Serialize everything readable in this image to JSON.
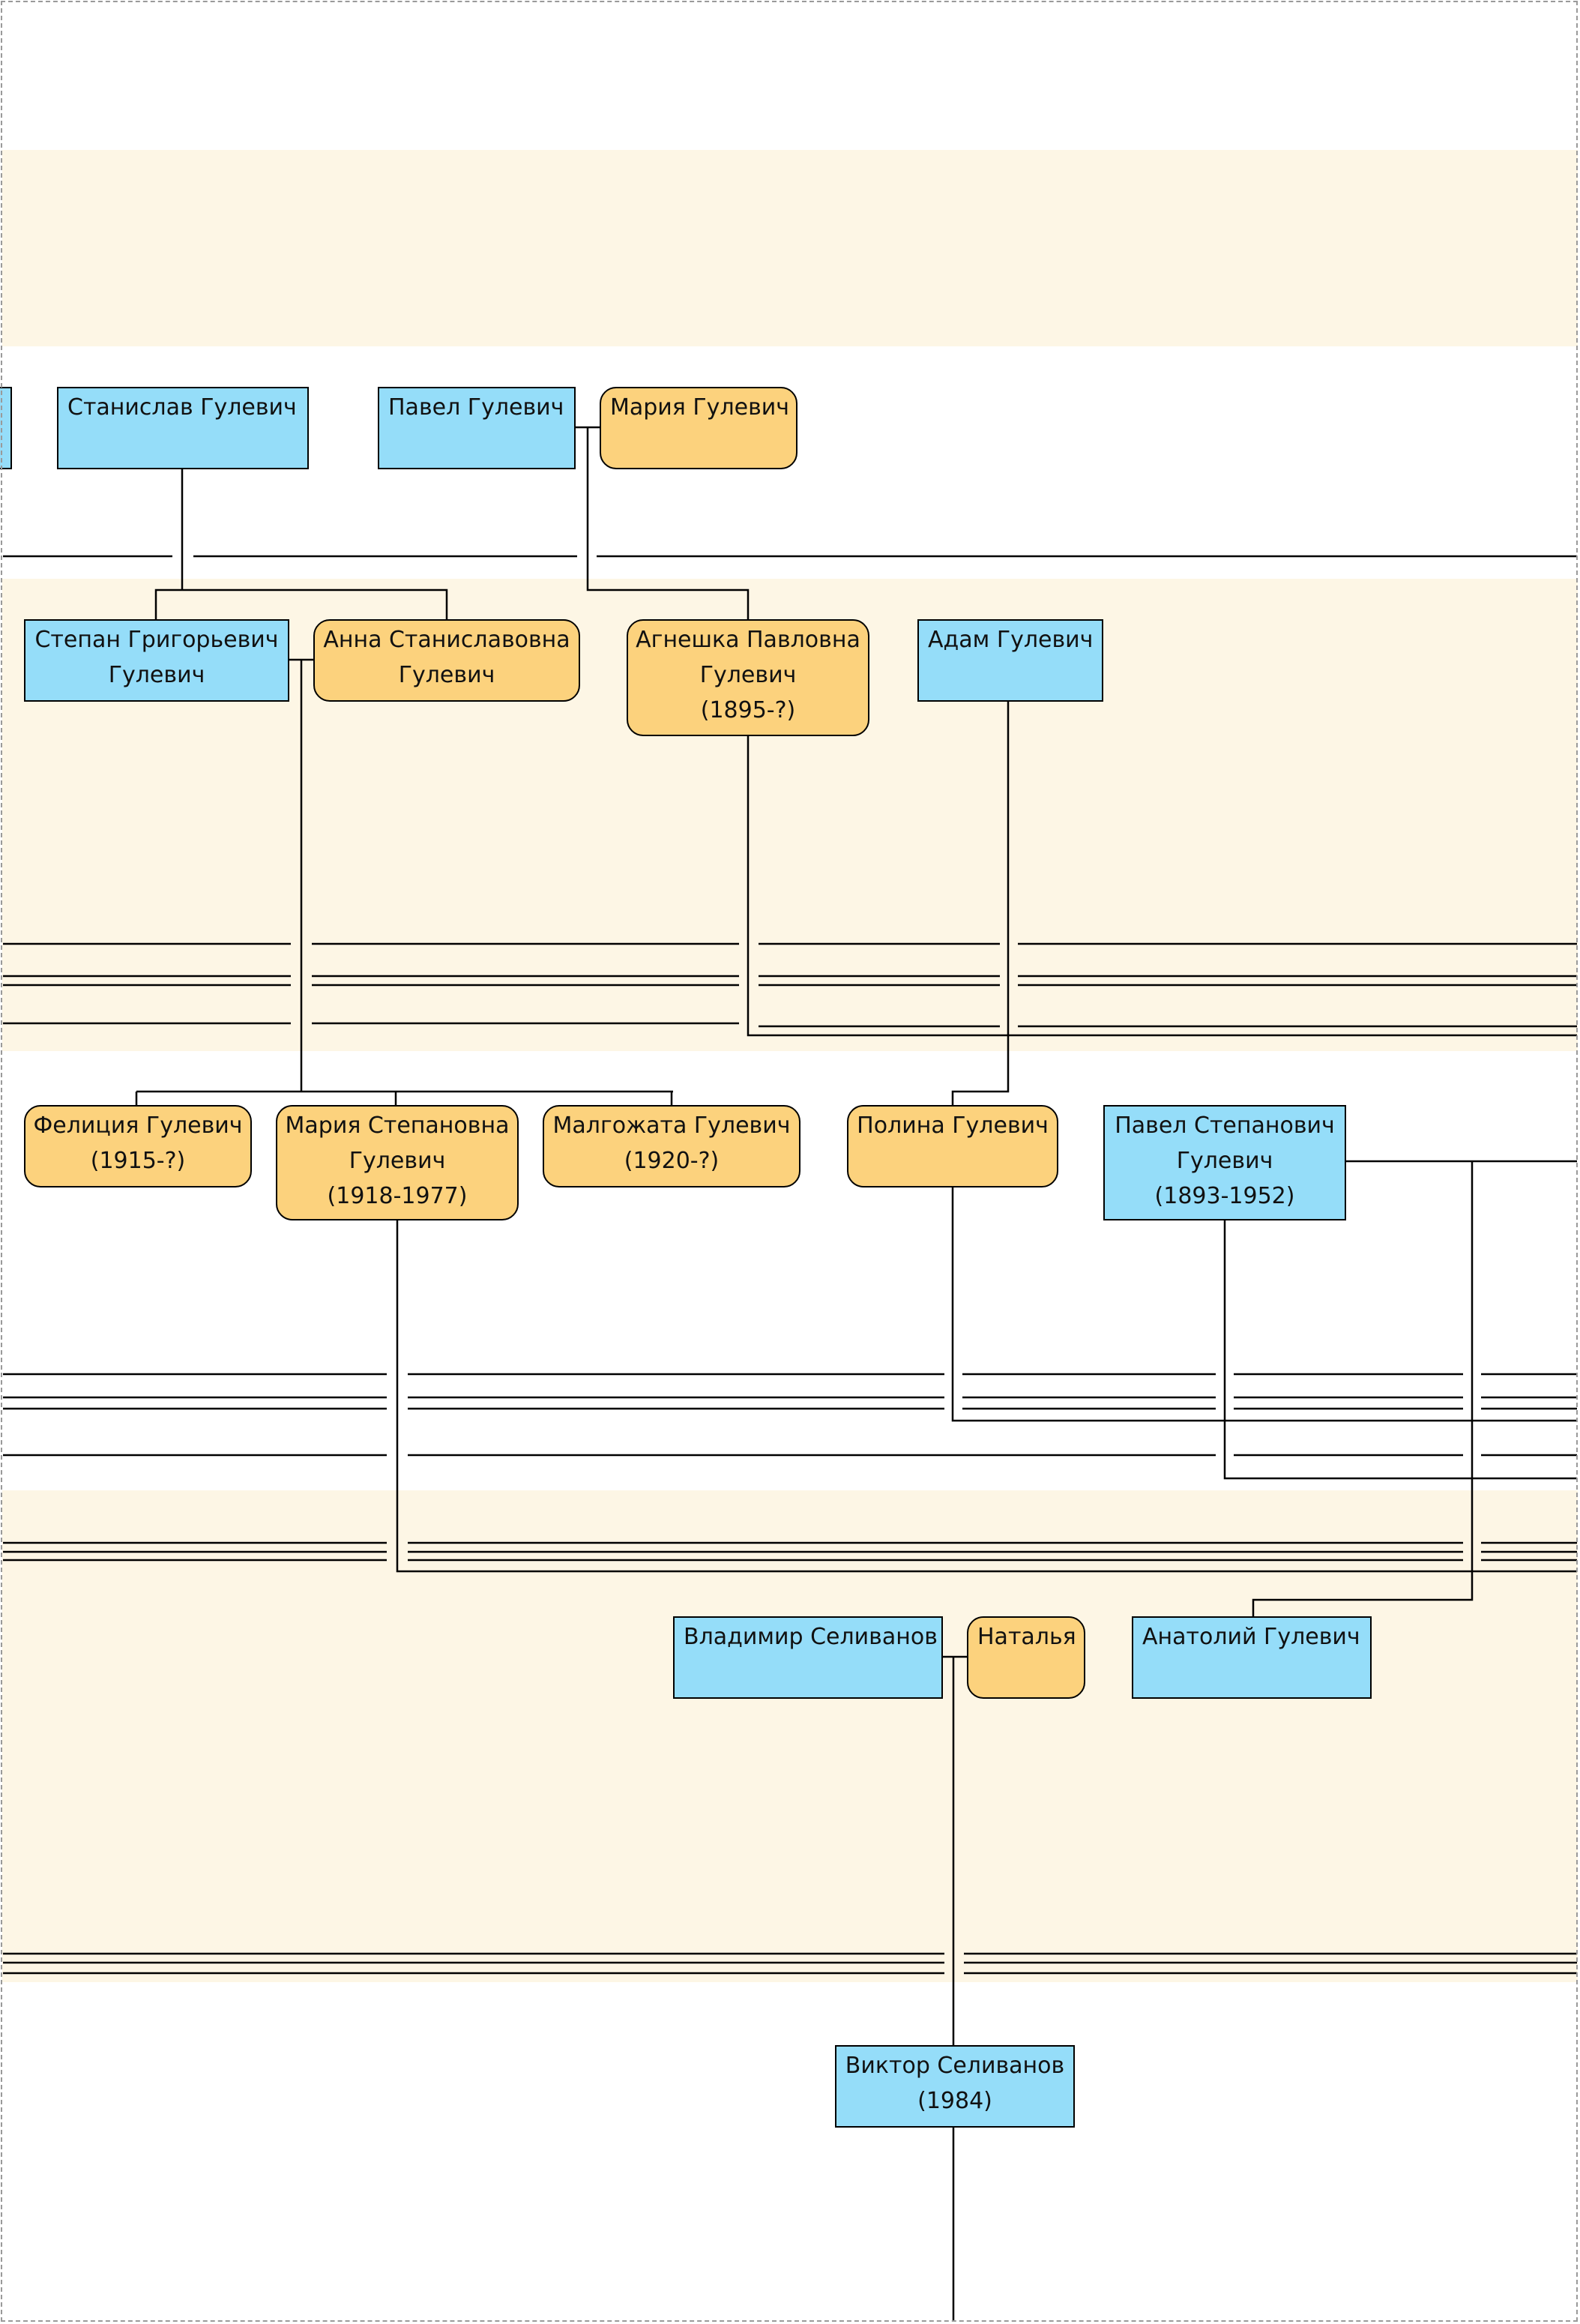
{
  "colors": {
    "male_fill": "#95ddf9",
    "female_fill": "#fcd27d",
    "band_fill": "#fdf6e5",
    "line": "#000000"
  },
  "people": {
    "stanislav": {
      "name": "Станислав Гулевич"
    },
    "pavel_sr": {
      "name": "Павел Гулевич"
    },
    "maria_g": {
      "name": "Мария Гулевич"
    },
    "stepan": {
      "line1": "Степан Григорьевич",
      "line2": "Гулевич"
    },
    "anna": {
      "line1": "Анна Станиславовна",
      "line2": "Гулевич"
    },
    "agneshka": {
      "line1": "Агнешка Павловна",
      "line2": "Гулевич",
      "years": "(1895-?)"
    },
    "adam": {
      "name": "Адам Гулевич"
    },
    "felicia": {
      "name": "Фелиция Гулевич",
      "years": "(1915-?)"
    },
    "maria_s": {
      "line1": "Мария Степановна",
      "line2": "Гулевич",
      "years": "(1918-1977)"
    },
    "malgozhata": {
      "name": "Малгожата Гулевич",
      "years": "(1920-?)"
    },
    "polina": {
      "name": "Полина Гулевич"
    },
    "pavel_st": {
      "line1": "Павел Степанович",
      "line2": "Гулевич",
      "years": "(1893-1952)"
    },
    "vladimir": {
      "name": "Владимир Селиванов"
    },
    "natalia": {
      "name": "Наталья"
    },
    "anatoly": {
      "name": "Анатолий Гулевич"
    },
    "viktor": {
      "name": "Виктор Селиванов",
      "years": "(1984)"
    }
  }
}
